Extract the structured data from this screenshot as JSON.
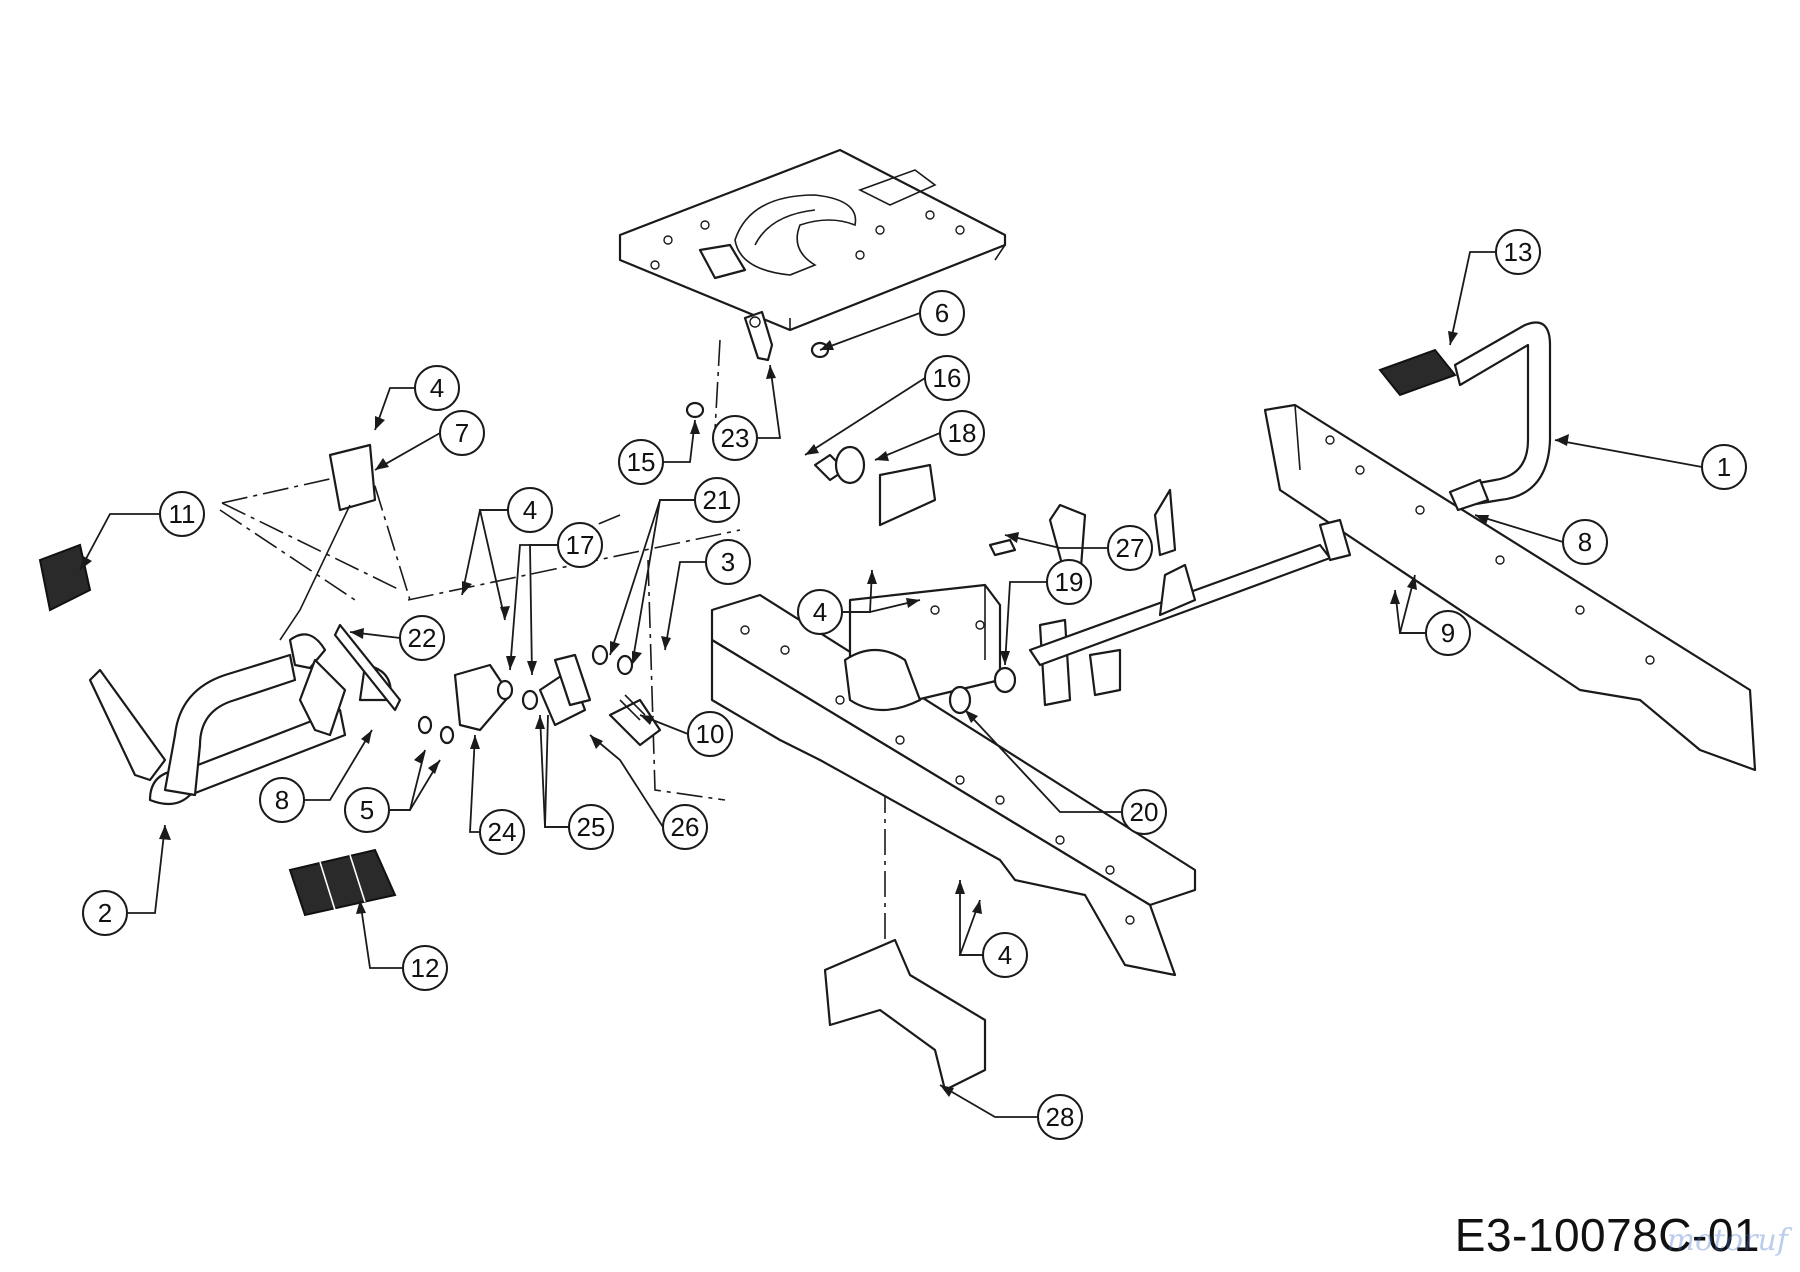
{
  "diagram": {
    "drawing_code": "E3-10078C-01",
    "watermark": "motoruf",
    "callouts": [
      {
        "id": "c1",
        "label": "1"
      },
      {
        "id": "c2",
        "label": "2"
      },
      {
        "id": "c3",
        "label": "3"
      },
      {
        "id": "c4a",
        "label": "4"
      },
      {
        "id": "c4b",
        "label": "4"
      },
      {
        "id": "c4c",
        "label": "4"
      },
      {
        "id": "c4d",
        "label": "4"
      },
      {
        "id": "c5",
        "label": "5"
      },
      {
        "id": "c6",
        "label": "6"
      },
      {
        "id": "c7",
        "label": "7"
      },
      {
        "id": "c8a",
        "label": "8"
      },
      {
        "id": "c8b",
        "label": "8"
      },
      {
        "id": "c9",
        "label": "9"
      },
      {
        "id": "c10",
        "label": "10"
      },
      {
        "id": "c11",
        "label": "11"
      },
      {
        "id": "c12",
        "label": "12"
      },
      {
        "id": "c13",
        "label": "13"
      },
      {
        "id": "c15",
        "label": "15"
      },
      {
        "id": "c16",
        "label": "16"
      },
      {
        "id": "c17",
        "label": "17"
      },
      {
        "id": "c18",
        "label": "18"
      },
      {
        "id": "c19",
        "label": "19"
      },
      {
        "id": "c20",
        "label": "20"
      },
      {
        "id": "c21",
        "label": "21"
      },
      {
        "id": "c22",
        "label": "22"
      },
      {
        "id": "c23",
        "label": "23"
      },
      {
        "id": "c24",
        "label": "24"
      },
      {
        "id": "c25",
        "label": "25"
      },
      {
        "id": "c26",
        "label": "26"
      },
      {
        "id": "c27",
        "label": "27"
      },
      {
        "id": "c28",
        "label": "28"
      }
    ]
  }
}
